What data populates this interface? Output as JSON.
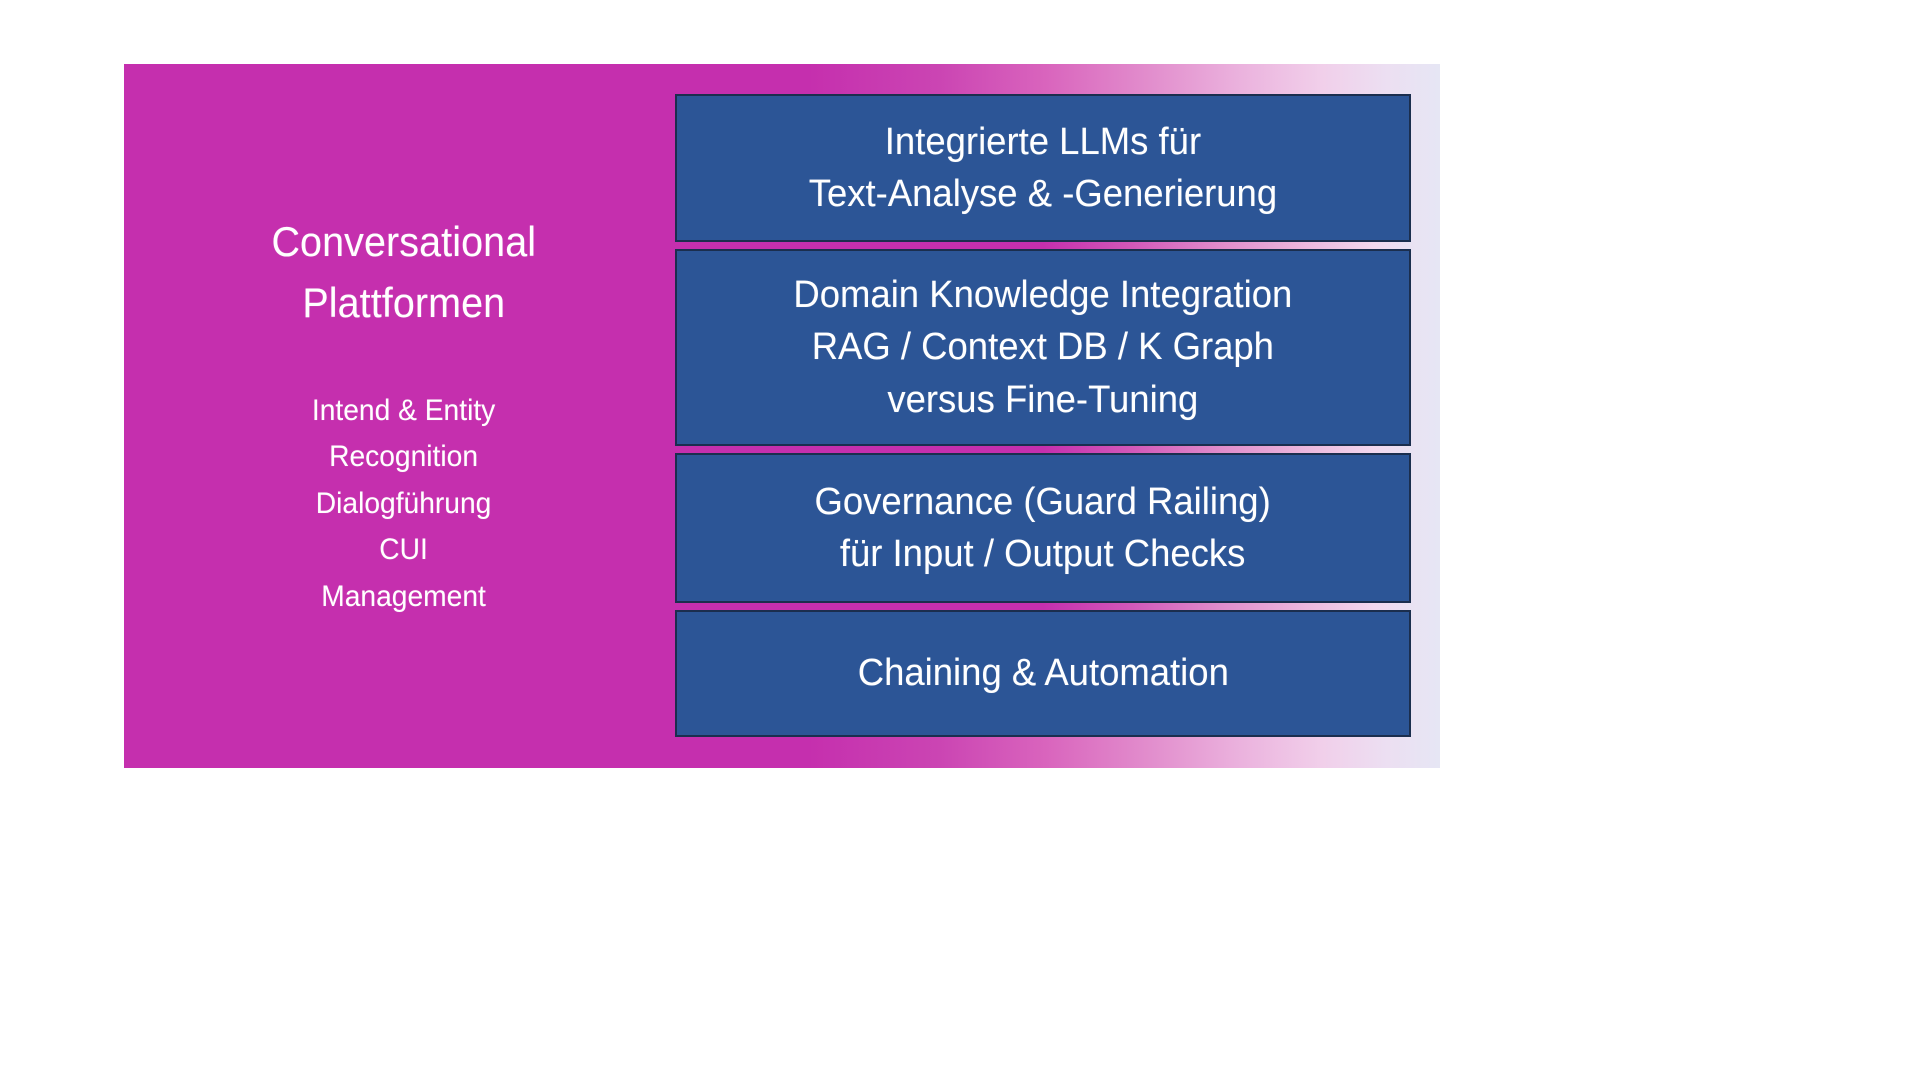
{
  "slide": {
    "background_color": "#ffffff"
  },
  "panel": {
    "accent_color": "#c52fae",
    "gradient_end_color": "#e6e6f4"
  },
  "left_column": {
    "title": "Conversational\nPlattformen",
    "subtitle": "Intend & Entity\nRecognition\nDialogführung\nCUI\nManagement",
    "title_color": "#ffffff",
    "subtitle_color": "#ffffff"
  },
  "boxes": {
    "fill_color": "#2c5596",
    "border_color": "#1b2e4e",
    "text_color": "#ffffff",
    "items": [
      {
        "text": "Integrierte LLMs für\nText-Analyse & -Generierung"
      },
      {
        "text": "Domain Knowledge Integration\nRAG / Context DB / K Graph\nversus Fine-Tuning"
      },
      {
        "text": "Governance (Guard Railing)\nfür Input / Output Checks"
      },
      {
        "text": "Chaining & Automation"
      }
    ]
  }
}
